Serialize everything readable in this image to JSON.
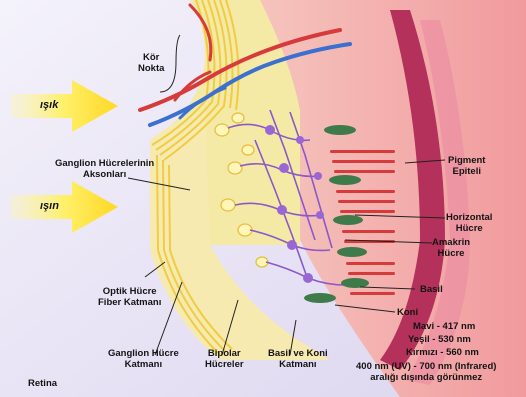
{
  "labels": {
    "blind_spot": [
      "Kör",
      "Nokta"
    ],
    "light_1": "ışık",
    "light_2": "ışın",
    "ganglion_axons": [
      "Ganglion Hücrelerinin",
      "Aksonları"
    ],
    "pigment_epithelium": [
      "Pigment",
      "Epiteli"
    ],
    "horizontal_cell": [
      "Horizontal",
      "Hücre"
    ],
    "amacrine_cell": [
      "Amakrin",
      "Hücre"
    ],
    "rod": "Basil",
    "optic_fiber_layer": [
      "Optik Hücre",
      "Fiber Katmanı"
    ],
    "cone": "Koni",
    "cone_blue": "Mavi - 417 nm",
    "cone_green": "Yeşil - 530 nm",
    "cone_red": "Kırmızı - 560 nm",
    "visible_range": [
      "400 nm (UV) - 700 nm (Infrared)",
      "aralığı dışında görünmez"
    ],
    "ganglion_layer": [
      "Ganglion Hücre",
      "Katmanı"
    ],
    "bipolar_cells": [
      "Bipolar",
      "Hücreler"
    ],
    "rod_cone_layer": [
      "Basil ve Koni",
      "Katmanı"
    ],
    "retina": "Retina"
  },
  "colors": {
    "background": "#ece8f6",
    "retina_layer": "#f4e9a8",
    "axon_fibers": "#f2cc3a",
    "pigment": "#b2355a",
    "sclera": "#f3b7b4",
    "artery": "#d63a3a",
    "vein": "#3b6fd0",
    "light_arrow": "#ffe34a",
    "neuron": "#8a58c9",
    "rod_cell": "#d23b3b",
    "cone_cell": "#3f7a4a"
  }
}
